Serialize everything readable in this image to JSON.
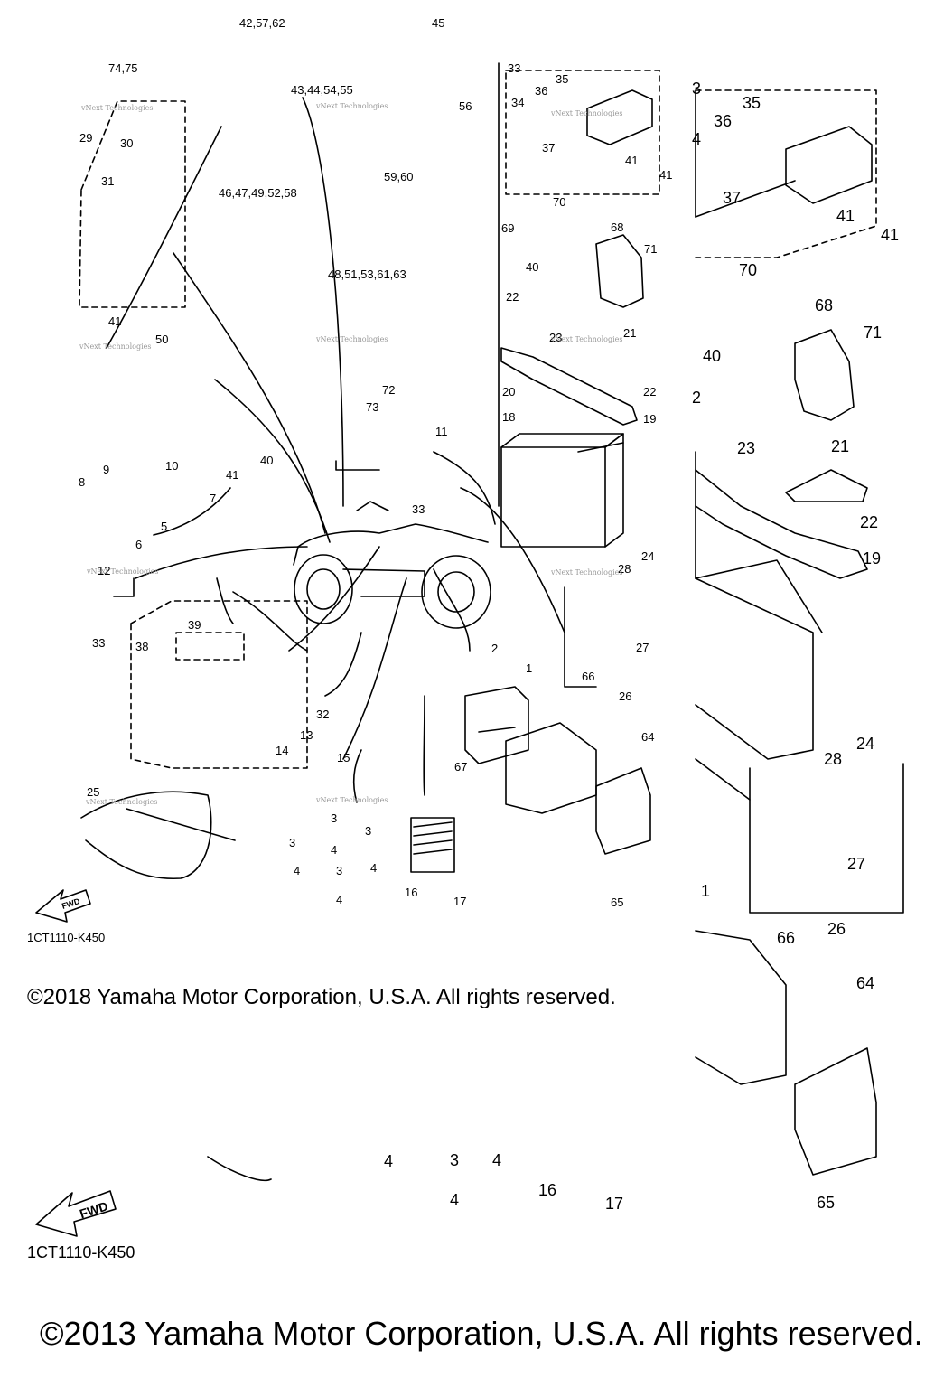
{
  "callouts_upper": [
    "42,57,62",
    "45",
    "74,75",
    "43,44,54,55",
    "29",
    "30",
    "31",
    "56",
    "59,60",
    "46,47,49,52,58",
    "48,51,53,61,63",
    "41",
    "50",
    "72",
    "73",
    "11",
    "10",
    "9",
    "8",
    "7",
    "5",
    "6",
    "41",
    "40",
    "33",
    "12",
    "33",
    "38",
    "39",
    "32",
    "13",
    "14",
    "15",
    "25",
    "3",
    "3",
    "3",
    "3",
    "4",
    "4",
    "4",
    "4",
    "16",
    "17",
    "2",
    "1",
    "66",
    "64",
    "67",
    "65",
    "33",
    "35",
    "36",
    "34",
    "37",
    "41",
    "41",
    "69",
    "70",
    "68",
    "40",
    "71",
    "22",
    "23",
    "21",
    "22",
    "20",
    "18",
    "19",
    "24",
    "28",
    "27",
    "26"
  ],
  "callouts_zoom": [
    "3",
    "35",
    "36",
    "4",
    "37",
    "41",
    "41",
    "70",
    "68",
    "71",
    "40",
    "2",
    "23",
    "21",
    "22",
    "19",
    "24",
    "28",
    "27",
    "26",
    "1",
    "66",
    "64",
    "65"
  ],
  "callouts_lower": [
    "4",
    "3",
    "4",
    "4",
    "16",
    "17"
  ],
  "watermark_text": "vNext Technologies",
  "fwd_label": "FWD",
  "part_code_top": "1CT1110-K450",
  "copyright_top": "©2018 Yamaha Motor Corporation, U.S.A. All rights reserved.",
  "part_code_bottom": "1CT1110-K450",
  "copyright_bottom": "©2013 Yamaha Motor Corporation, U.S.A. All rights reserved.",
  "colors": {
    "ink": "#000000",
    "background": "#ffffff",
    "watermark": "#999999"
  }
}
